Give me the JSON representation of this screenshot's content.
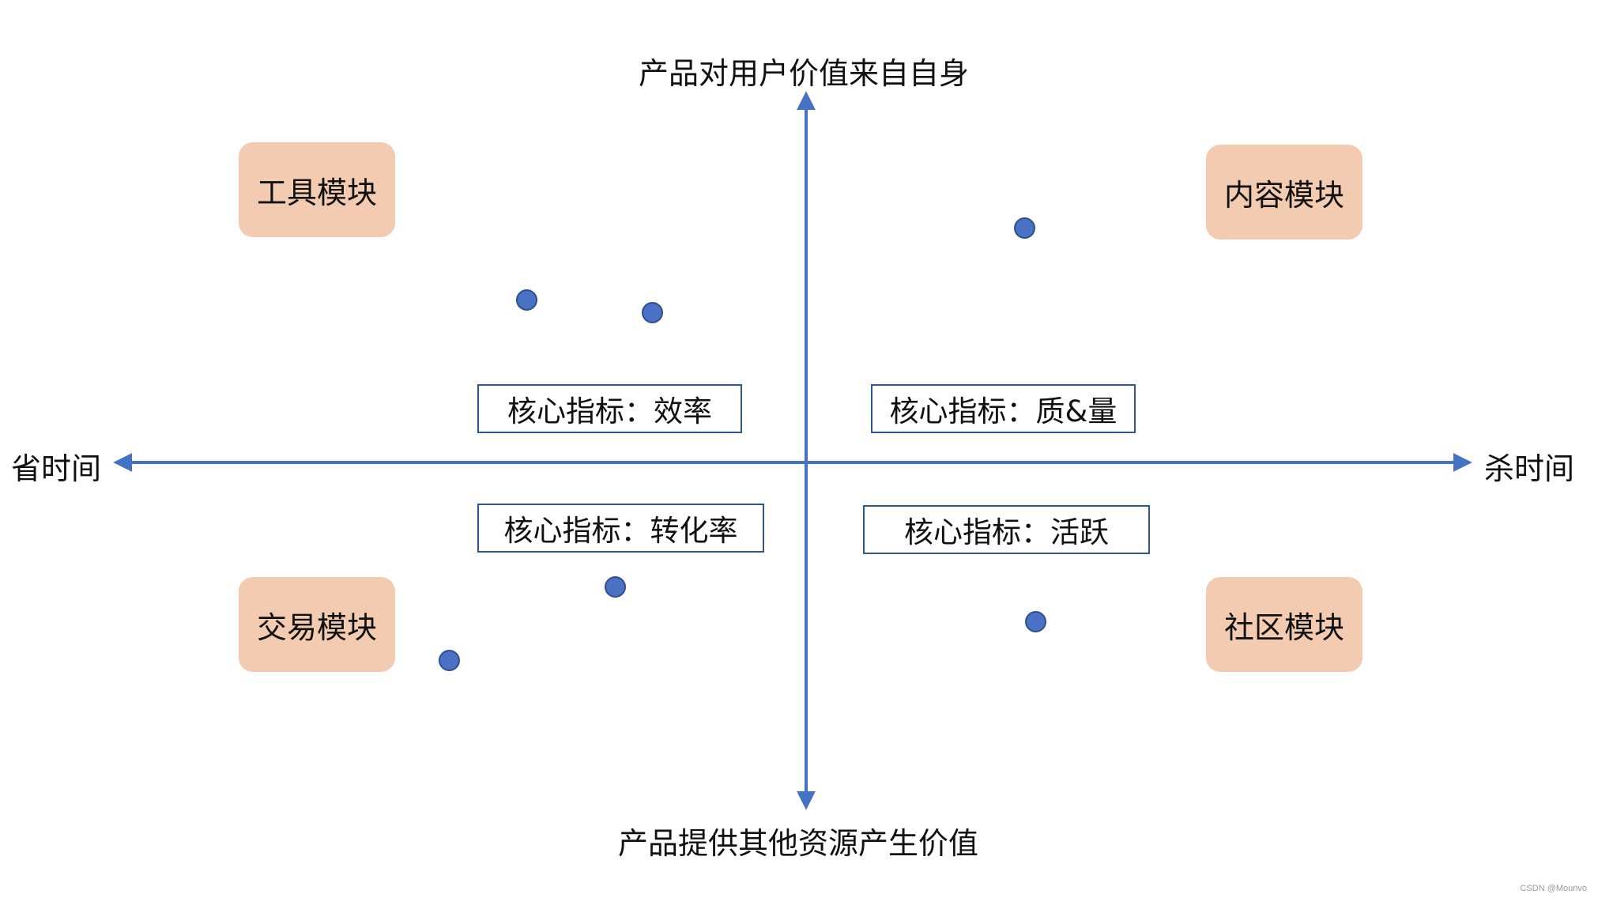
{
  "axes": {
    "top": "产品对用户价值来自自身",
    "bottom": "产品提供其他资源产生价值",
    "left": "省时间",
    "right": "杀时间"
  },
  "modules": {
    "top_left": "工具模块",
    "top_right": "内容模块",
    "bottom_left": "交易模块",
    "bottom_right": "社区模块"
  },
  "metrics": {
    "top_left": "核心指标：效率",
    "top_right": "核心指标：质&量",
    "bottom_left": "核心指标：转化率",
    "bottom_right": "核心指标：活跃"
  },
  "colors": {
    "axis": "#4472c4",
    "module_fill": "#f2cbb0",
    "metric_border": "#2f5597",
    "dot": "#4a72c4"
  },
  "watermark": "CSDN @Mounvo"
}
